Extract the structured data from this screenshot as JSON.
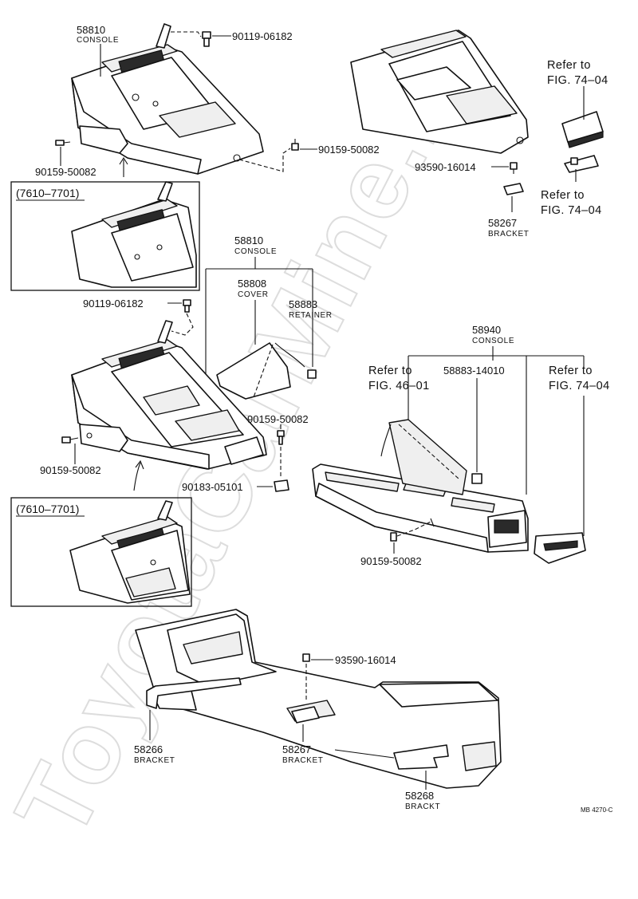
{
  "watermark": "ToyotaCarMine.ru",
  "labels": {
    "console_top_num": "58810",
    "console_top_name": "CONSOLE",
    "bolt_top": "90119-06182",
    "screw_top_left": "90159-50082",
    "screw_top_right": "90159-50082",
    "date_box_1": "(7610–7701)",
    "clip_upper_right": "93590-16014",
    "bracket_upper_num": "58267",
    "bracket_upper_name": "BRACKET",
    "ref_74_top_1": "Refer to",
    "ref_74_top_2": "FIG. 74–04",
    "ref_74_mid_1": "Refer to",
    "ref_74_mid_2": "FIG. 74–04",
    "console_mid_num": "58810",
    "console_mid_name": "CONSOLE",
    "cover_num": "58808",
    "cover_name": "COVER",
    "retainer_num": "58883",
    "retainer_name": "RETAINER",
    "bolt_mid": "90119-06182",
    "screw_mid_right": "90159-50082",
    "nut_mid": "90183-05101",
    "screw_mid_left": "90159-50082",
    "date_box_2": "(7610–7701)",
    "console_right_num": "58940",
    "console_right_name": "CONSOLE",
    "ref_46_1": "Refer to",
    "ref_46_2": "FIG. 46–01",
    "retainer_right": "58883-14010",
    "ref_74_right_1": "Refer to",
    "ref_74_right_2": "FIG. 74–04",
    "screw_right": "90159-50082",
    "clip_bottom": "93590-16014",
    "bracket_58266_num": "58266",
    "bracket_58266_name": "BRACKET",
    "bracket_58267_num": "58267",
    "bracket_58267_name": "BRACKET",
    "bracket_58268_num": "58268",
    "bracket_58268_name": "BRACKT",
    "drawing_code": "MB 4270-C"
  }
}
